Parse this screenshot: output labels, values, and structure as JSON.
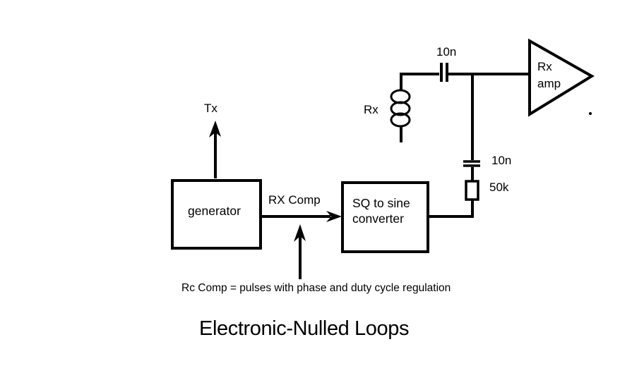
{
  "diagram": {
    "title": "Electronic-Nulled Loops",
    "annotation": "Rc Comp = pulses with phase and duty cycle regulation",
    "blocks": {
      "generator": {
        "label": "generator"
      },
      "sq_to_sine": {
        "label_line1": "SQ to sine",
        "label_line2": "converter"
      },
      "rx_amp": {
        "label_line1": "Rx",
        "label_line2": "amp"
      }
    },
    "signals": {
      "tx": "Tx",
      "rx_comp": "RX Comp"
    },
    "components": {
      "coil_label": "Rx",
      "series_cap_value": "10n",
      "shunt_cap_value": "10n",
      "resistor_value": "50k"
    },
    "colors": {
      "ink": "#000000",
      "background": "#ffffff"
    }
  }
}
